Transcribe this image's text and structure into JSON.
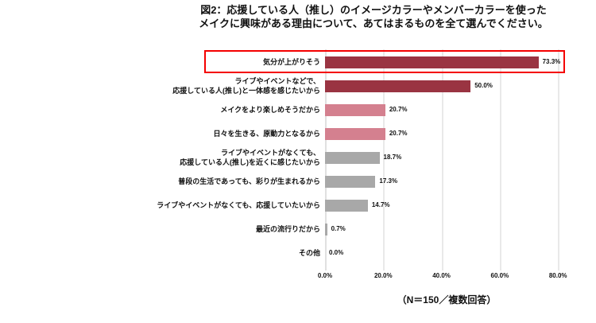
{
  "title": {
    "line1": "図2：応援している人（推し）のイメージカラーやメンバーカラーを使った",
    "line2": "メイクに興味がある理由について、あてはまるものを全て選んでください。"
  },
  "footer": "（N＝150／複数回答）",
  "colors": {
    "dark_red": "#9a3442",
    "pink": "#d4808f",
    "gray": "#a8a8a8",
    "highlight": "#f40000",
    "gridline": "#e9e9e9"
  },
  "chart_data": {
    "type": "bar",
    "orientation": "horizontal",
    "title": "図2：応援している人（推し）のイメージカラーやメンバーカラーを使ったメイクに興味がある理由について、あてはまるものを全て選んでください。",
    "xlabel": "",
    "ylabel": "",
    "xlim": [
      0,
      80
    ],
    "xticks": [
      "0.0%",
      "20.0%",
      "40.0%",
      "60.0%",
      "80.0%"
    ],
    "xtick_values": [
      0,
      20,
      40,
      60,
      80
    ],
    "grid": true,
    "legend": "none",
    "note": "（N＝150／複数回答）",
    "categories": [
      "気分が上がりそう",
      "ライブやイベントなどで、応援している人(推し)と一体感を感じたいから",
      "メイクをより楽しめそうだから",
      "日々を生きる、原動力となるから",
      "ライブやイベントがなくても、応援している人(推し)を近くに感じたいから",
      "普段の生活であっても、彩りが生まれるから",
      "ライブやイベントがなくても、応援していたいから",
      "最近の流行りだから",
      "その他"
    ],
    "values": [
      73.3,
      50.0,
      20.7,
      20.7,
      18.7,
      17.3,
      14.7,
      0.7,
      0.0
    ],
    "value_labels": [
      "73.3%",
      "50.0%",
      "20.7%",
      "20.7%",
      "18.7%",
      "17.3%",
      "14.7%",
      "0.7%",
      "0.0%"
    ],
    "bar_colors": [
      "dark_red",
      "dark_red",
      "pink",
      "pink",
      "gray",
      "gray",
      "gray",
      "gray",
      "gray"
    ],
    "highlighted_index": 0
  },
  "rows": [
    {
      "label_line1": "気分が上がりそう",
      "label_line2": "",
      "value_label": "73.3%",
      "value": 73.3,
      "color_class": "c-dark"
    },
    {
      "label_line1": "ライブやイベントなどで、",
      "label_line2": "応援している人(推し)と一体感を感じたいから",
      "value_label": "50.0%",
      "value": 50.0,
      "color_class": "c-dark"
    },
    {
      "label_line1": "メイクをより楽しめそうだから",
      "label_line2": "",
      "value_label": "20.7%",
      "value": 20.7,
      "color_class": "c-pink"
    },
    {
      "label_line1": "日々を生きる、原動力となるから",
      "label_line2": "",
      "value_label": "20.7%",
      "value": 20.7,
      "color_class": "c-pink"
    },
    {
      "label_line1": "ライブやイベントがなくても、",
      "label_line2": "応援している人(推し)を近くに感じたいから",
      "value_label": "18.7%",
      "value": 18.7,
      "color_class": "c-gray"
    },
    {
      "label_line1": "普段の生活であっても、彩りが生まれるから",
      "label_line2": "",
      "value_label": "17.3%",
      "value": 17.3,
      "color_class": "c-gray"
    },
    {
      "label_line1": "ライブやイベントがなくても、応援していたいから",
      "label_line2": "",
      "value_label": "14.7%",
      "value": 14.7,
      "color_class": "c-gray"
    },
    {
      "label_line1": "最近の流行りだから",
      "label_line2": "",
      "value_label": "0.7%",
      "value": 0.7,
      "color_class": "c-gray"
    },
    {
      "label_line1": "その他",
      "label_line2": "",
      "value_label": "0.0%",
      "value": 0.0,
      "color_class": "c-gray"
    }
  ]
}
